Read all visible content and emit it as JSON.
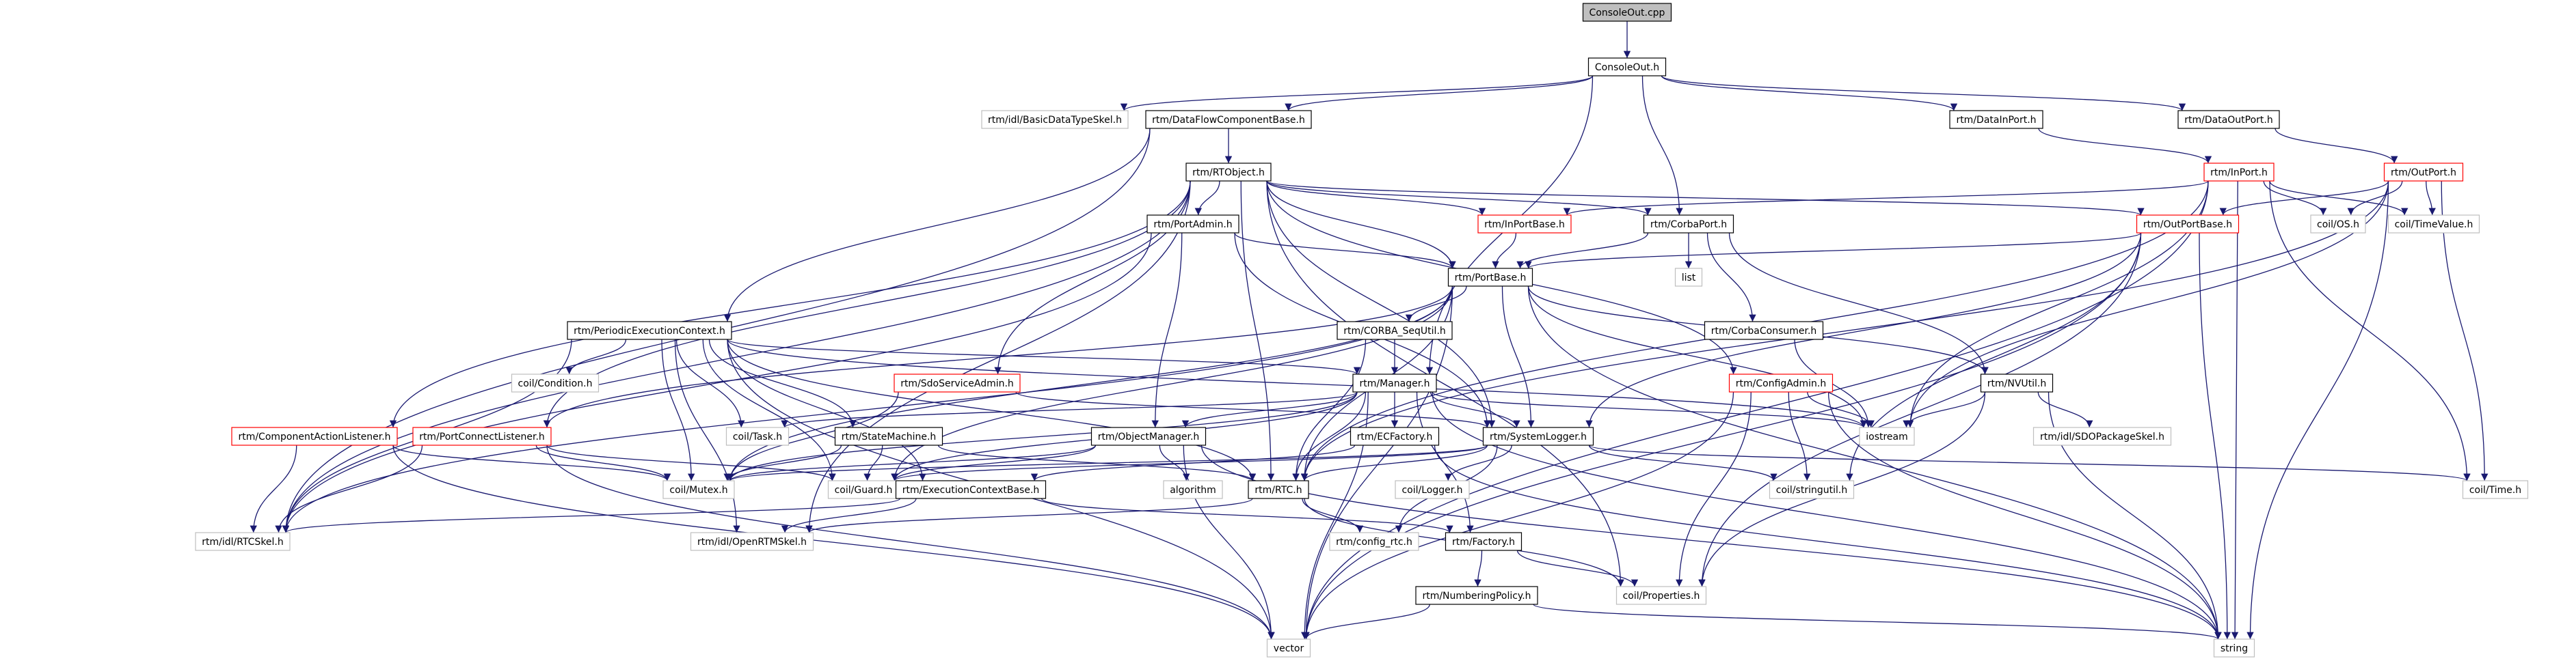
{
  "graph": {
    "style": {
      "edge_color": "#191970",
      "node_border_default": "#000000",
      "node_border_grey": "#bfbfbf",
      "node_border_red": "#ff0000",
      "root_fill": "#bfbfbf"
    },
    "nodes": [
      {
        "id": "ConsoleOut.cpp",
        "label": "ConsoleOut.cpp",
        "kind": "root"
      },
      {
        "id": "ConsoleOut.h",
        "label": "ConsoleOut.h",
        "kind": "normal"
      },
      {
        "id": "BasicDataTypeSkel",
        "label": "rtm/idl/BasicDataTypeSkel.h",
        "kind": "external"
      },
      {
        "id": "DataFlowComponentBase",
        "label": "rtm/DataFlowComponentBase.h",
        "kind": "normal"
      },
      {
        "id": "DataInPort",
        "label": "rtm/DataInPort.h",
        "kind": "normal"
      },
      {
        "id": "DataOutPort",
        "label": "rtm/DataOutPort.h",
        "kind": "normal"
      },
      {
        "id": "RTObject",
        "label": "rtm/RTObject.h",
        "kind": "normal"
      },
      {
        "id": "InPort",
        "label": "rtm/InPort.h",
        "kind": "red"
      },
      {
        "id": "OutPort",
        "label": "rtm/OutPort.h",
        "kind": "red"
      },
      {
        "id": "InPortBase",
        "label": "rtm/InPortBase.h",
        "kind": "red"
      },
      {
        "id": "CorbaPort",
        "label": "rtm/CorbaPort.h",
        "kind": "normal"
      },
      {
        "id": "OutPortBase",
        "label": "rtm/OutPortBase.h",
        "kind": "red"
      },
      {
        "id": "OS",
        "label": "coil/OS.h",
        "kind": "external"
      },
      {
        "id": "TimeValue",
        "label": "coil/TimeValue.h",
        "kind": "external"
      },
      {
        "id": "PortAdmin",
        "label": "rtm/PortAdmin.h",
        "kind": "normal"
      },
      {
        "id": "list",
        "label": "list",
        "kind": "external"
      },
      {
        "id": "PortBase",
        "label": "rtm/PortBase.h",
        "kind": "normal"
      },
      {
        "id": "PeriodicEC",
        "label": "rtm/PeriodicExecutionContext.h",
        "kind": "normal"
      },
      {
        "id": "CORBA_SeqUtil",
        "label": "rtm/CORBA_SeqUtil.h",
        "kind": "normal"
      },
      {
        "id": "CorbaConsumer",
        "label": "rtm/CorbaConsumer.h",
        "kind": "normal"
      },
      {
        "id": "Condition",
        "label": "coil/Condition.h",
        "kind": "external"
      },
      {
        "id": "SdoServiceAdmin",
        "label": "rtm/SdoServiceAdmin.h",
        "kind": "red"
      },
      {
        "id": "Manager",
        "label": "rtm/Manager.h",
        "kind": "normal"
      },
      {
        "id": "ConfigAdmin",
        "label": "rtm/ConfigAdmin.h",
        "kind": "red"
      },
      {
        "id": "NVUtil",
        "label": "rtm/NVUtil.h",
        "kind": "normal"
      },
      {
        "id": "ComponentActionListener",
        "label": "rtm/ComponentActionListener.h",
        "kind": "red"
      },
      {
        "id": "PortConnectListener",
        "label": "rtm/PortConnectListener.h",
        "kind": "red"
      },
      {
        "id": "Task",
        "label": "coil/Task.h",
        "kind": "external"
      },
      {
        "id": "StateMachine",
        "label": "rtm/StateMachine.h",
        "kind": "normal"
      },
      {
        "id": "ObjectManager",
        "label": "rtm/ObjectManager.h",
        "kind": "normal"
      },
      {
        "id": "ECFactory",
        "label": "rtm/ECFactory.h",
        "kind": "normal"
      },
      {
        "id": "SystemLogger",
        "label": "rtm/SystemLogger.h",
        "kind": "normal"
      },
      {
        "id": "iostream",
        "label": "iostream",
        "kind": "external"
      },
      {
        "id": "SDOPackageSkel",
        "label": "rtm/idl/SDOPackageSkel.h",
        "kind": "external"
      },
      {
        "id": "Mutex",
        "label": "coil/Mutex.h",
        "kind": "external"
      },
      {
        "id": "Guard",
        "label": "coil/Guard.h",
        "kind": "external"
      },
      {
        "id": "algorithm",
        "label": "algorithm",
        "kind": "external"
      },
      {
        "id": "RTC",
        "label": "rtm/RTC.h",
        "kind": "normal"
      },
      {
        "id": "Logger",
        "label": "coil/Logger.h",
        "kind": "external"
      },
      {
        "id": "stringutil",
        "label": "coil/stringutil.h",
        "kind": "external"
      },
      {
        "id": "Time",
        "label": "coil/Time.h",
        "kind": "external"
      },
      {
        "id": "ExecutionContextBase",
        "label": "rtm/ExecutionContextBase.h",
        "kind": "normal"
      },
      {
        "id": "RTCSkel",
        "label": "rtm/idl/RTCSkel.h",
        "kind": "external"
      },
      {
        "id": "OpenRTMSkel",
        "label": "rtm/idl/OpenRTMSkel.h",
        "kind": "external"
      },
      {
        "id": "config_rtc",
        "label": "rtm/config_rtc.h",
        "kind": "external"
      },
      {
        "id": "Factory",
        "label": "rtm/Factory.h",
        "kind": "normal"
      },
      {
        "id": "Properties",
        "label": "coil/Properties.h",
        "kind": "external"
      },
      {
        "id": "NumberingPolicy",
        "label": "rtm/NumberingPolicy.h",
        "kind": "normal"
      },
      {
        "id": "vector",
        "label": "vector",
        "kind": "external"
      },
      {
        "id": "string",
        "label": "string",
        "kind": "external"
      }
    ],
    "edges": [
      [
        "ConsoleOut.cpp",
        "ConsoleOut.h"
      ],
      [
        "ConsoleOut.h",
        "BasicDataTypeSkel"
      ],
      [
        "ConsoleOut.h",
        "DataFlowComponentBase"
      ],
      [
        "ConsoleOut.h",
        "DataInPort"
      ],
      [
        "ConsoleOut.h",
        "DataOutPort"
      ],
      [
        "ConsoleOut.h",
        "CorbaPort"
      ],
      [
        "ConsoleOut.h",
        "Manager"
      ],
      [
        "DataFlowComponentBase",
        "RTObject"
      ],
      [
        "DataFlowComponentBase",
        "PeriodicEC"
      ],
      [
        "DataFlowComponentBase",
        "RTCSkel"
      ],
      [
        "DataInPort",
        "InPort"
      ],
      [
        "DataOutPort",
        "OutPort"
      ],
      [
        "RTObject",
        "PortAdmin"
      ],
      [
        "RTObject",
        "PortBase"
      ],
      [
        "RTObject",
        "InPortBase"
      ],
      [
        "RTObject",
        "CorbaPort"
      ],
      [
        "RTObject",
        "OutPortBase"
      ],
      [
        "RTObject",
        "ConfigAdmin"
      ],
      [
        "RTObject",
        "SdoServiceAdmin"
      ],
      [
        "RTObject",
        "ComponentActionListener"
      ],
      [
        "RTObject",
        "PortConnectListener"
      ],
      [
        "RTObject",
        "SystemLogger"
      ],
      [
        "RTObject",
        "RTC"
      ],
      [
        "RTObject",
        "RTCSkel"
      ],
      [
        "RTObject",
        "OpenRTMSkel"
      ],
      [
        "RTObject",
        "Properties"
      ],
      [
        "InPort",
        "InPortBase"
      ],
      [
        "InPort",
        "OS"
      ],
      [
        "InPort",
        "TimeValue"
      ],
      [
        "InPort",
        "Time"
      ],
      [
        "InPort",
        "iostream"
      ],
      [
        "InPort",
        "RTC"
      ],
      [
        "InPort",
        "vector"
      ],
      [
        "InPort",
        "string"
      ],
      [
        "OutPort",
        "OutPortBase"
      ],
      [
        "OutPort",
        "OS"
      ],
      [
        "OutPort",
        "TimeValue"
      ],
      [
        "OutPort",
        "Time"
      ],
      [
        "OutPort",
        "iostream"
      ],
      [
        "OutPort",
        "RTC"
      ],
      [
        "OutPort",
        "string"
      ],
      [
        "InPortBase",
        "PortBase"
      ],
      [
        "CorbaPort",
        "PortBase"
      ],
      [
        "CorbaPort",
        "list"
      ],
      [
        "CorbaPort",
        "CorbaConsumer"
      ],
      [
        "CorbaPort",
        "NVUtil"
      ],
      [
        "OutPortBase",
        "PortBase"
      ],
      [
        "OutPortBase",
        "SystemLogger"
      ],
      [
        "OutPortBase",
        "Properties"
      ],
      [
        "OutPortBase",
        "stringutil"
      ],
      [
        "OutPortBase",
        "vector"
      ],
      [
        "OutPortBase",
        "string"
      ],
      [
        "PortAdmin",
        "PortBase"
      ],
      [
        "PortAdmin",
        "ObjectManager"
      ],
      [
        "PortAdmin",
        "SystemLogger"
      ],
      [
        "PortAdmin",
        "RTCSkel"
      ],
      [
        "PortBase",
        "CORBA_SeqUtil"
      ],
      [
        "PortBase",
        "NVUtil"
      ],
      [
        "PortBase",
        "SystemLogger"
      ],
      [
        "PortBase",
        "PortConnectListener"
      ],
      [
        "PortBase",
        "RTC"
      ],
      [
        "PortBase",
        "Mutex"
      ],
      [
        "PortBase",
        "Guard"
      ],
      [
        "PortBase",
        "iostream"
      ],
      [
        "PortBase",
        "string"
      ],
      [
        "PortBase",
        "vector"
      ],
      [
        "PortBase",
        "RTCSkel"
      ],
      [
        "PeriodicEC",
        "Condition"
      ],
      [
        "PeriodicEC",
        "Task"
      ],
      [
        "PeriodicEC",
        "Manager"
      ],
      [
        "PeriodicEC",
        "StateMachine"
      ],
      [
        "PeriodicEC",
        "ExecutionContextBase"
      ],
      [
        "PeriodicEC",
        "RTC"
      ],
      [
        "PeriodicEC",
        "Mutex"
      ],
      [
        "PeriodicEC",
        "Guard"
      ],
      [
        "PeriodicEC",
        "iostream"
      ],
      [
        "PeriodicEC",
        "vector"
      ],
      [
        "PeriodicEC",
        "RTCSkel"
      ],
      [
        "PeriodicEC",
        "OpenRTMSkel"
      ],
      [
        "CORBA_SeqUtil",
        "Manager"
      ],
      [
        "CORBA_SeqUtil",
        "RTC"
      ],
      [
        "CorbaConsumer",
        "iostream"
      ],
      [
        "SdoServiceAdmin",
        "SystemLogger"
      ],
      [
        "SdoServiceAdmin",
        "Mutex"
      ],
      [
        "Manager",
        "ObjectManager"
      ],
      [
        "Manager",
        "ECFactory"
      ],
      [
        "Manager",
        "SystemLogger"
      ],
      [
        "Manager",
        "Factory"
      ],
      [
        "Manager",
        "Task"
      ],
      [
        "Manager",
        "Mutex"
      ],
      [
        "Manager",
        "Guard"
      ],
      [
        "Manager",
        "RTC"
      ],
      [
        "Manager",
        "iostream"
      ],
      [
        "Manager",
        "vector"
      ],
      [
        "Manager",
        "string"
      ],
      [
        "ConfigAdmin",
        "iostream"
      ],
      [
        "ConfigAdmin",
        "stringutil"
      ],
      [
        "ConfigAdmin",
        "Properties"
      ],
      [
        "ConfigAdmin",
        "vector"
      ],
      [
        "ConfigAdmin",
        "string"
      ],
      [
        "NVUtil",
        "iostream"
      ],
      [
        "NVUtil",
        "SDOPackageSkel"
      ],
      [
        "NVUtil",
        "Properties"
      ],
      [
        "NVUtil",
        "string"
      ],
      [
        "ComponentActionListener",
        "Mutex"
      ],
      [
        "ComponentActionListener",
        "RTCSkel"
      ],
      [
        "ComponentActionListener",
        "vector"
      ],
      [
        "PortConnectListener",
        "Mutex"
      ],
      [
        "PortConnectListener",
        "Guard"
      ],
      [
        "PortConnectListener",
        "RTCSkel"
      ],
      [
        "PortConnectListener",
        "vector"
      ],
      [
        "StateMachine",
        "Mutex"
      ],
      [
        "StateMachine",
        "Guard"
      ],
      [
        "StateMachine",
        "RTC"
      ],
      [
        "ObjectManager",
        "Mutex"
      ],
      [
        "ObjectManager",
        "Guard"
      ],
      [
        "ObjectManager",
        "algorithm"
      ],
      [
        "ObjectManager",
        "vector"
      ],
      [
        "ObjectManager",
        "string"
      ],
      [
        "ECFactory",
        "ExecutionContextBase"
      ],
      [
        "ECFactory",
        "string"
      ],
      [
        "SystemLogger",
        "Logger"
      ],
      [
        "SystemLogger",
        "stringutil"
      ],
      [
        "SystemLogger",
        "Time"
      ],
      [
        "SystemLogger",
        "Mutex"
      ],
      [
        "SystemLogger",
        "Guard"
      ],
      [
        "SystemLogger",
        "config_rtc"
      ],
      [
        "SystemLogger",
        "RTC"
      ],
      [
        "RTC",
        "config_rtc"
      ],
      [
        "RTC",
        "OpenRTMSkel"
      ],
      [
        "RTC",
        "Properties"
      ],
      [
        "ExecutionContextBase",
        "RTCSkel"
      ],
      [
        "ExecutionContextBase",
        "OpenRTMSkel"
      ],
      [
        "ExecutionContextBase",
        "Factory"
      ],
      [
        "Factory",
        "Properties"
      ],
      [
        "Factory",
        "NumberingPolicy"
      ],
      [
        "NumberingPolicy",
        "string"
      ],
      [
        "NumberingPolicy",
        "vector"
      ]
    ]
  }
}
